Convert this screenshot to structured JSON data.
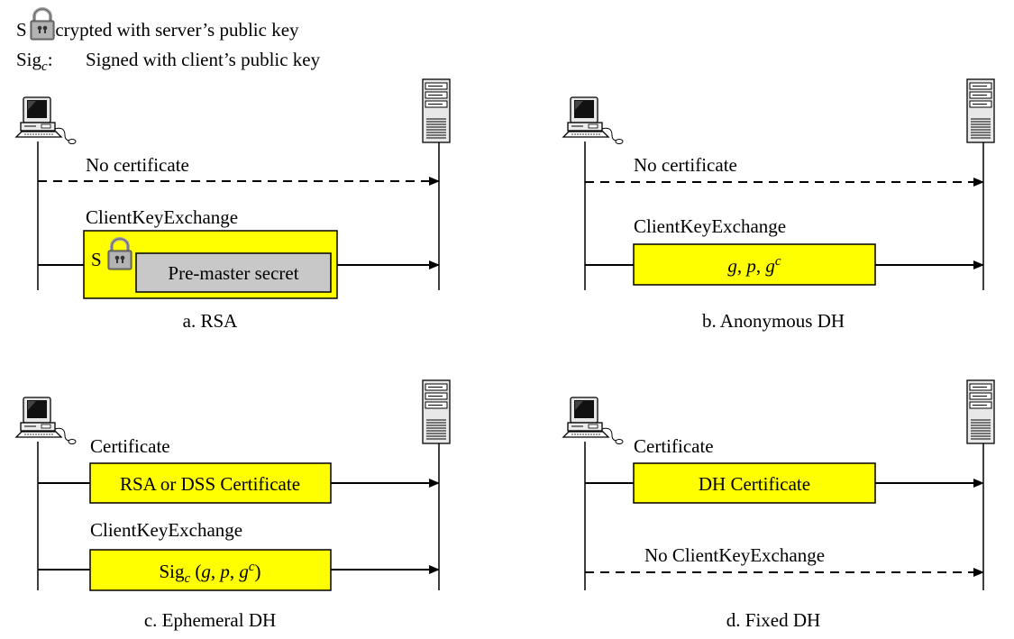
{
  "legend": {
    "lock_prefix": "S",
    "lock_text": "Encrypted with server’s public key",
    "sig_prefix": "Sig",
    "sig_sub": "c",
    "sig_colon": ":",
    "sig_text": "Signed with client’s public key"
  },
  "panels": {
    "a": {
      "caption": "a. RSA",
      "msg1_label": "No certificate",
      "msg2_label": "ClientKeyExchange",
      "outer_s": "S",
      "inner_box": "Pre-master secret"
    },
    "b": {
      "caption": "b. Anonymous DH",
      "msg1_label": "No certificate",
      "msg2_label": "ClientKeyExchange",
      "box_g": "g",
      "box_sep1": ", ",
      "box_p": "p",
      "box_sep2": ", ",
      "box_base": "g",
      "box_exp": "c"
    },
    "c": {
      "caption": "c. Ephemeral DH",
      "msg1_label": "Certificate",
      "box1": "RSA or DSS Certificate",
      "msg2_label": "ClientKeyExchange",
      "sig": "Sig",
      "sig_sub": "c",
      "open": " (",
      "g1": "g",
      "sep1": ", ",
      "p": "p",
      "sep2": ", ",
      "g2": "g",
      "exp": "c",
      "close": ")"
    },
    "d": {
      "caption": "d. Fixed DH",
      "msg1_label": "Certificate",
      "box1": "DH Certificate",
      "msg2_label": "No ClientKeyExchange"
    }
  },
  "colors": {
    "box_fill": "#ffff00",
    "inner_fill": "#c8c8c8",
    "stroke": "#000000",
    "lock_body": "#8c8c8c",
    "lock_shackle": "#a8a8a8"
  },
  "icons": {
    "client": "desktop-computer-icon",
    "server": "server-tower-icon",
    "lock": "padlock-icon"
  }
}
